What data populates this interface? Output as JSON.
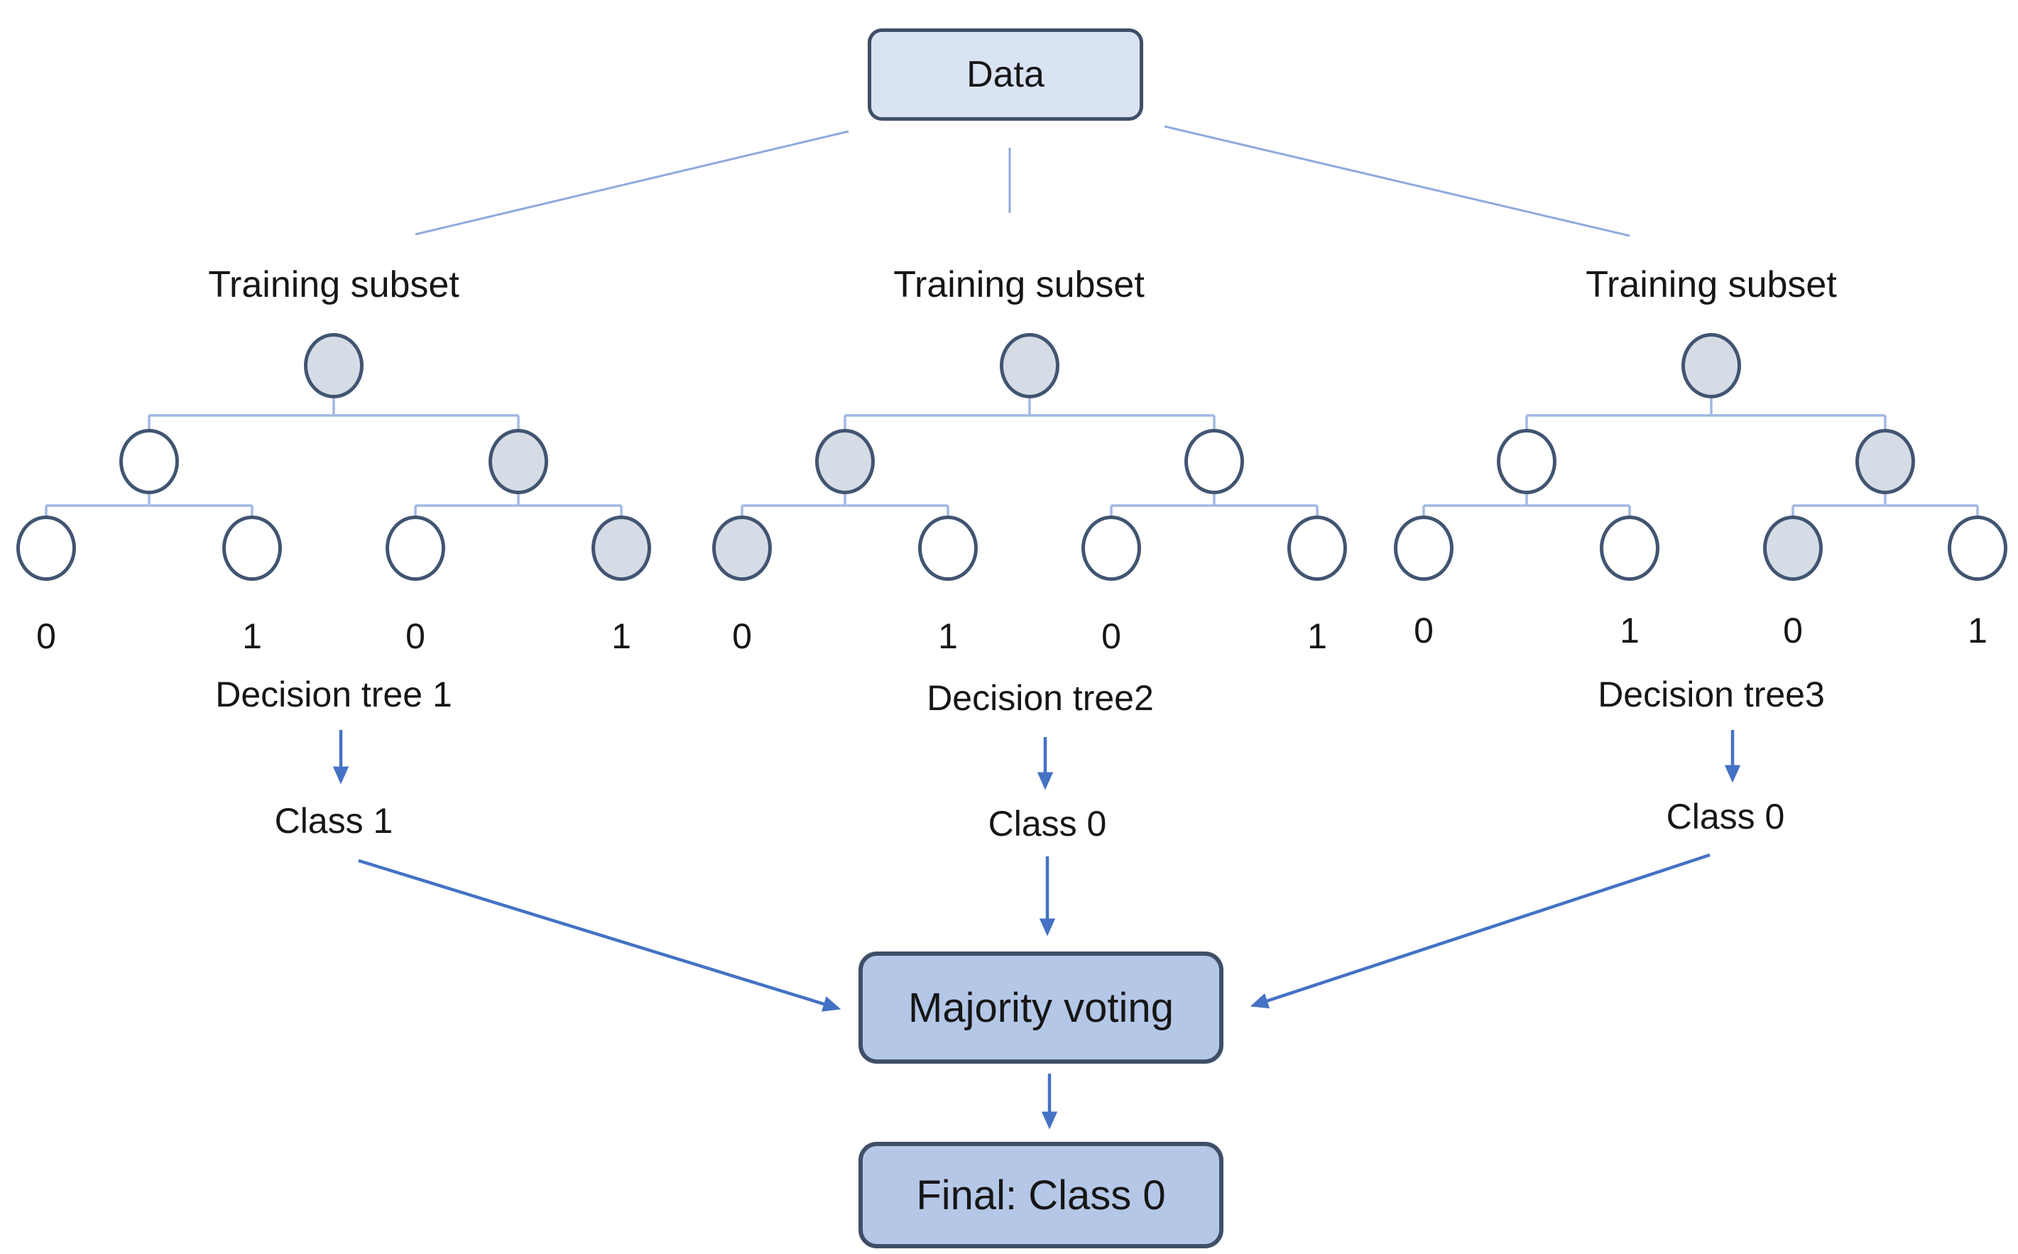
{
  "data_box": {
    "label": "Data"
  },
  "trees": [
    {
      "subset_label": "Training subset",
      "tree_label": "Decision tree 1",
      "class_label": "Class 1",
      "leaf_values": [
        "0",
        "1",
        "0",
        "1"
      ],
      "shaded": {
        "root": true,
        "children": [
          false,
          true
        ],
        "leaves": [
          false,
          false,
          false,
          true
        ]
      }
    },
    {
      "subset_label": "Training subset",
      "tree_label": "Decision tree2",
      "class_label": "Class 0",
      "leaf_values": [
        "0",
        "1",
        "0",
        "1"
      ],
      "shaded": {
        "root": true,
        "children": [
          true,
          false
        ],
        "leaves": [
          true,
          false,
          false,
          false
        ]
      }
    },
    {
      "subset_label": "Training subset",
      "tree_label": "Decision tree3",
      "class_label": "Class 0",
      "leaf_values": [
        "0",
        "1",
        "0",
        "1"
      ],
      "shaded": {
        "root": true,
        "children": [
          false,
          true
        ],
        "leaves": [
          false,
          false,
          true,
          false
        ]
      }
    }
  ],
  "majority_box": {
    "label": "Majority voting"
  },
  "final_box": {
    "label": "Final: Class 0"
  },
  "colors": {
    "data_box_fill": "#dae3f3",
    "action_box_fill": "#b4c7e7",
    "box_border": "#3f4f68",
    "node_shaded_fill": "#d6dce5",
    "node_stroke": "#415571",
    "connector_line": "#a0b9e4",
    "fanout_line": "#8faadc",
    "arrow": "#4472c4"
  }
}
